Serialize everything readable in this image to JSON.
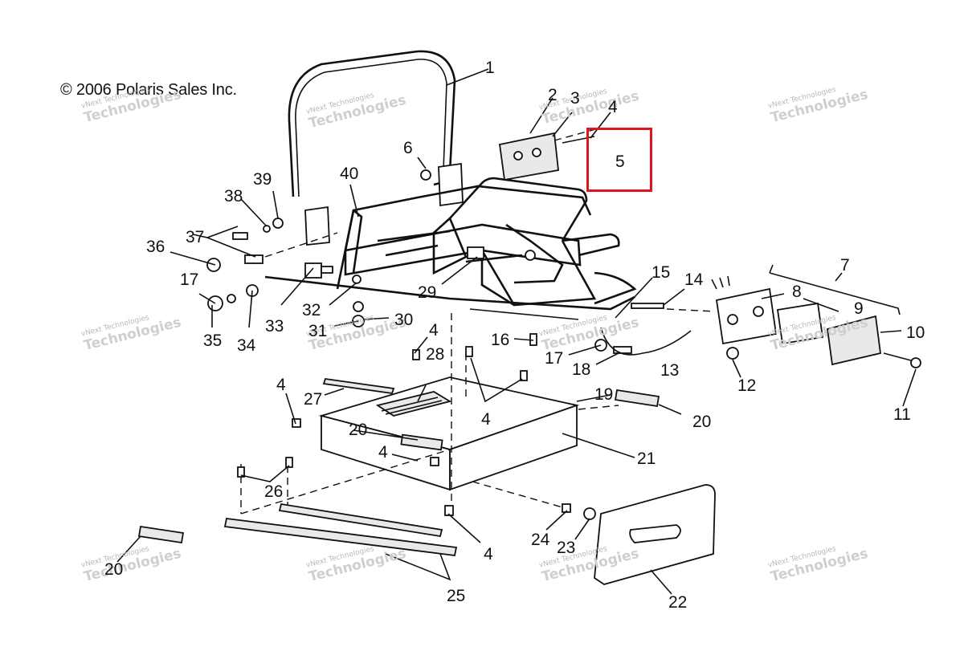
{
  "copyright": "© 2006 Polaris Sales Inc.",
  "watermark": {
    "line1": "vNext Technologies",
    "line2": "Technologies"
  },
  "highlight": {
    "color": "#e0141e",
    "label": "5"
  },
  "callouts": {
    "c1": "1",
    "c2": "2",
    "c3": "3",
    "c4a": "4",
    "c5": "5",
    "c6": "6",
    "c7": "7",
    "c8": "8",
    "c9": "9",
    "c10": "10",
    "c11": "11",
    "c12": "12",
    "c13": "13",
    "c14": "14",
    "c15": "15",
    "c16": "16",
    "c17a": "17",
    "c17b": "17",
    "c18": "18",
    "c19": "19",
    "c20a": "20",
    "c20b": "20",
    "c20c": "20",
    "c21": "21",
    "c22": "22",
    "c23": "23",
    "c24": "24",
    "c25": "25",
    "c26": "26",
    "c27": "27",
    "c28": "28",
    "c29": "29",
    "c30": "30",
    "c31": "31",
    "c32": "32",
    "c33": "33",
    "c34": "34",
    "c35": "35",
    "c36": "36",
    "c37": "37",
    "c38": "38",
    "c39": "39",
    "c40": "40",
    "c4b": "4",
    "c4c": "4",
    "c4d": "4",
    "c4e": "4",
    "c4f": "4"
  }
}
